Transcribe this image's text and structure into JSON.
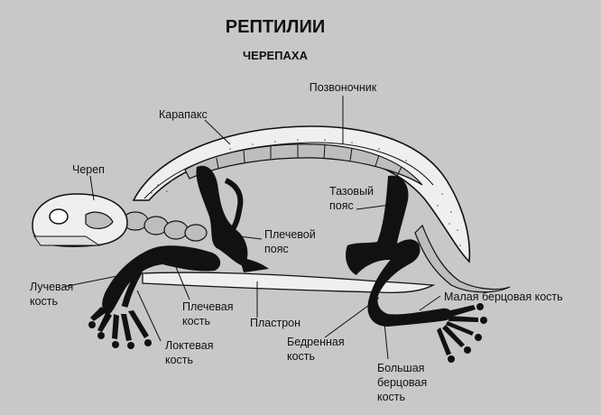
{
  "diagram": {
    "title": "РЕПТИЛИИ",
    "subtitle": "ЧЕРЕПАХА",
    "labels": {
      "spine": "Позвоночник",
      "carapace": "Карапакс",
      "skull": "Череп",
      "pelvic_line1": "Тазовый",
      "pelvic_line2": "пояс",
      "shoulder_line1": "Плечевой",
      "shoulder_line2": "пояс",
      "radius_line1": "Лучевая",
      "radius_line2": "кость",
      "humerus_line1": "Плечевая",
      "humerus_line2": "кость",
      "plastron": "Пластрон",
      "ulna_line1": "Локтевая",
      "ulna_line2": "кость",
      "femur_line1": "Бедренная",
      "femur_line2": "кость",
      "fibula": "Малая берцовая кость",
      "tibia_line1": "Большая",
      "tibia_line2": "берцовая",
      "tibia_line3": "кость"
    }
  }
}
